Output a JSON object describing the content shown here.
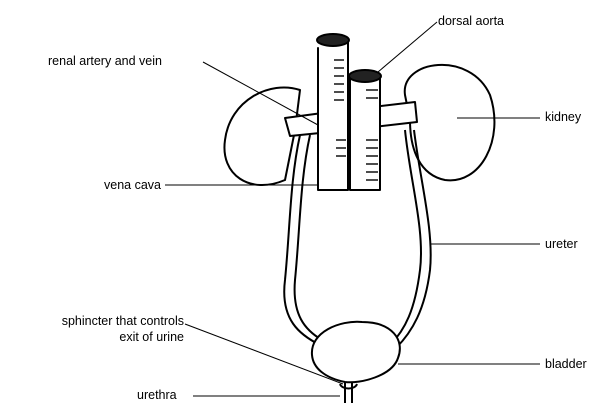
{
  "labels": {
    "dorsal_aorta": "dorsal aorta",
    "renal_artery_vein": "renal artery and vein",
    "kidney": "kidney",
    "vena_cava": "vena cava",
    "ureter": "ureter",
    "sphincter_line1": "sphincter that controls",
    "sphincter_line2": "exit of urine",
    "bladder": "bladder",
    "urethra": "urethra"
  }
}
